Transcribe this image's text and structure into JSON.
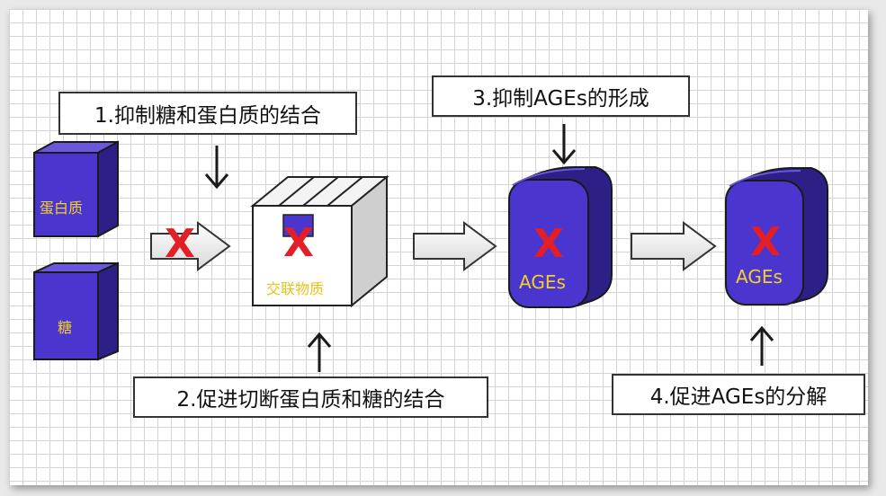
{
  "steps": {
    "step1": "1.抑制糖和蛋白质的结合",
    "step2": "2.促进切断蛋白质和糖的结合",
    "step3": "3.抑制AGEs的形成",
    "step4": "4.促进AGEs的分解"
  },
  "blocks": {
    "protein": "蛋白质",
    "sugar": "糖",
    "crosslink": "交联物质",
    "ages_a": "AGEs",
    "ages_b": "AGEs"
  },
  "marks": {
    "x": "X"
  },
  "colors": {
    "block_fill": "#4a36cf",
    "block_dark": "#2c1f86",
    "block_top": "#6957dc",
    "label_yellow": "#f2cf2a",
    "cross_red": "#e21e26"
  }
}
